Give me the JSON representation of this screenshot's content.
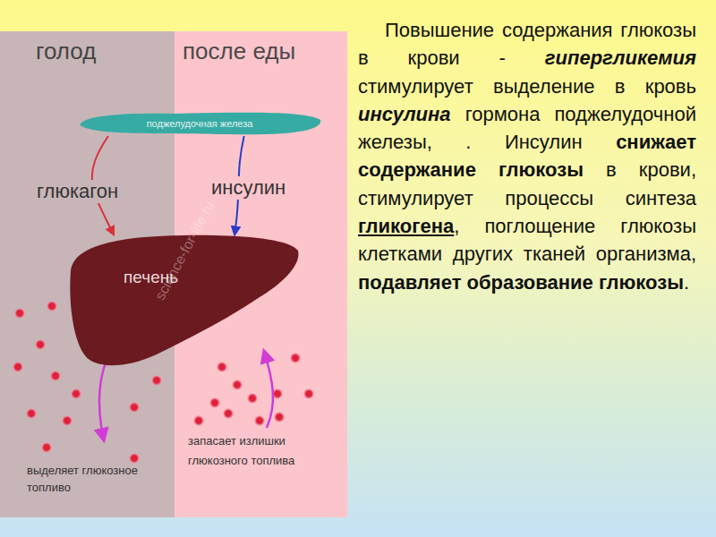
{
  "diagram": {
    "nodes": [
      {
        "text": [
          "поджелудочная железа"
        ]
      },
      {
        "text": [
          "печень"
        ]
      }
    ],
    "edges": [
      {
        "from": 0,
        "to": 1,
        "arrow": "to",
        "label": "глюкагон"
      },
      {
        "from": 0,
        "to": 1,
        "arrow": "to",
        "label": "инсулин"
      }
    ],
    "labels": [
      "голод",
      "после еды",
      "выделяет глюкозное топливо",
      "запасает излишки глюкозного топлива",
      "science-for-life.ru",
      "Повышение содержания глюкозы в крови -",
      "гипергликемия",
      "стимулирует выделение в кровь",
      "инсулина",
      "гормона поджелудочной железы, . Инсулин",
      "снижает содержание глюкозы",
      "в крови, стимулирует процессы синтеза",
      "гликогена",
      ", поглощение глюкозы клетками других тканей организма,",
      "подавляет образование глюкозы",
      "."
    ]
  }
}
